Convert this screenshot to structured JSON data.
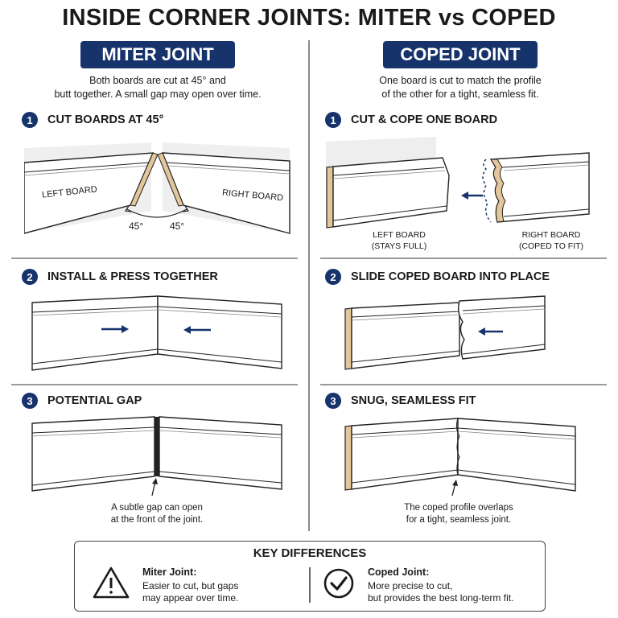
{
  "title": "INSIDE CORNER JOINTS: MITER vs COPED",
  "miter": {
    "heading": "MITER JOINT",
    "description_line1": "Both boards are cut at 45° and",
    "description_line2": "butt together. A small gap may open over time.",
    "step1": {
      "number": "1",
      "label": "CUT BOARDS AT 45°",
      "left_board": "LEFT BOARD",
      "right_board": "RIGHT BOARD",
      "angle_left": "45°",
      "angle_right": "45°"
    },
    "step2": {
      "number": "2",
      "label": "INSTALL & PRESS TOGETHER"
    },
    "step3": {
      "number": "3",
      "label": "POTENTIAL GAP",
      "caption_line1": "A subtle gap can open",
      "caption_line2": "at the front of the joint."
    }
  },
  "coped": {
    "heading": "COPED JOINT",
    "description_line1": "One board is cut to match the profile",
    "description_line2": "of the other for a tight, seamless fit.",
    "step1": {
      "number": "1",
      "label": "CUT & COPE ONE BOARD",
      "left_board_line1": "LEFT BOARD",
      "left_board_line2": "(STAYS FULL)",
      "right_board_line1": "RIGHT BOARD",
      "right_board_line2": "(COPED TO FIT)"
    },
    "step2": {
      "number": "2",
      "label": "SLIDE COPED BOARD INTO PLACE"
    },
    "step3": {
      "number": "3",
      "label": "SNUG, SEAMLESS FIT",
      "caption_line1": "The coped profile overlaps",
      "caption_line2": "for a tight, seamless joint."
    }
  },
  "key_differences": {
    "title": "KEY DIFFERENCES",
    "miter_heading": "Miter Joint:",
    "miter_line1": "Easier to cut, but gaps",
    "miter_line2": "may appear over time.",
    "miter_icon": "warning-icon",
    "coped_heading": "Coped Joint:",
    "coped_line1": "More precise to cut,",
    "coped_line2": "but provides the best long-term fit.",
    "coped_icon": "check-icon"
  },
  "colors": {
    "navy": "#16336b",
    "wood": "#e3c79b",
    "wall": "#eeeeee"
  }
}
